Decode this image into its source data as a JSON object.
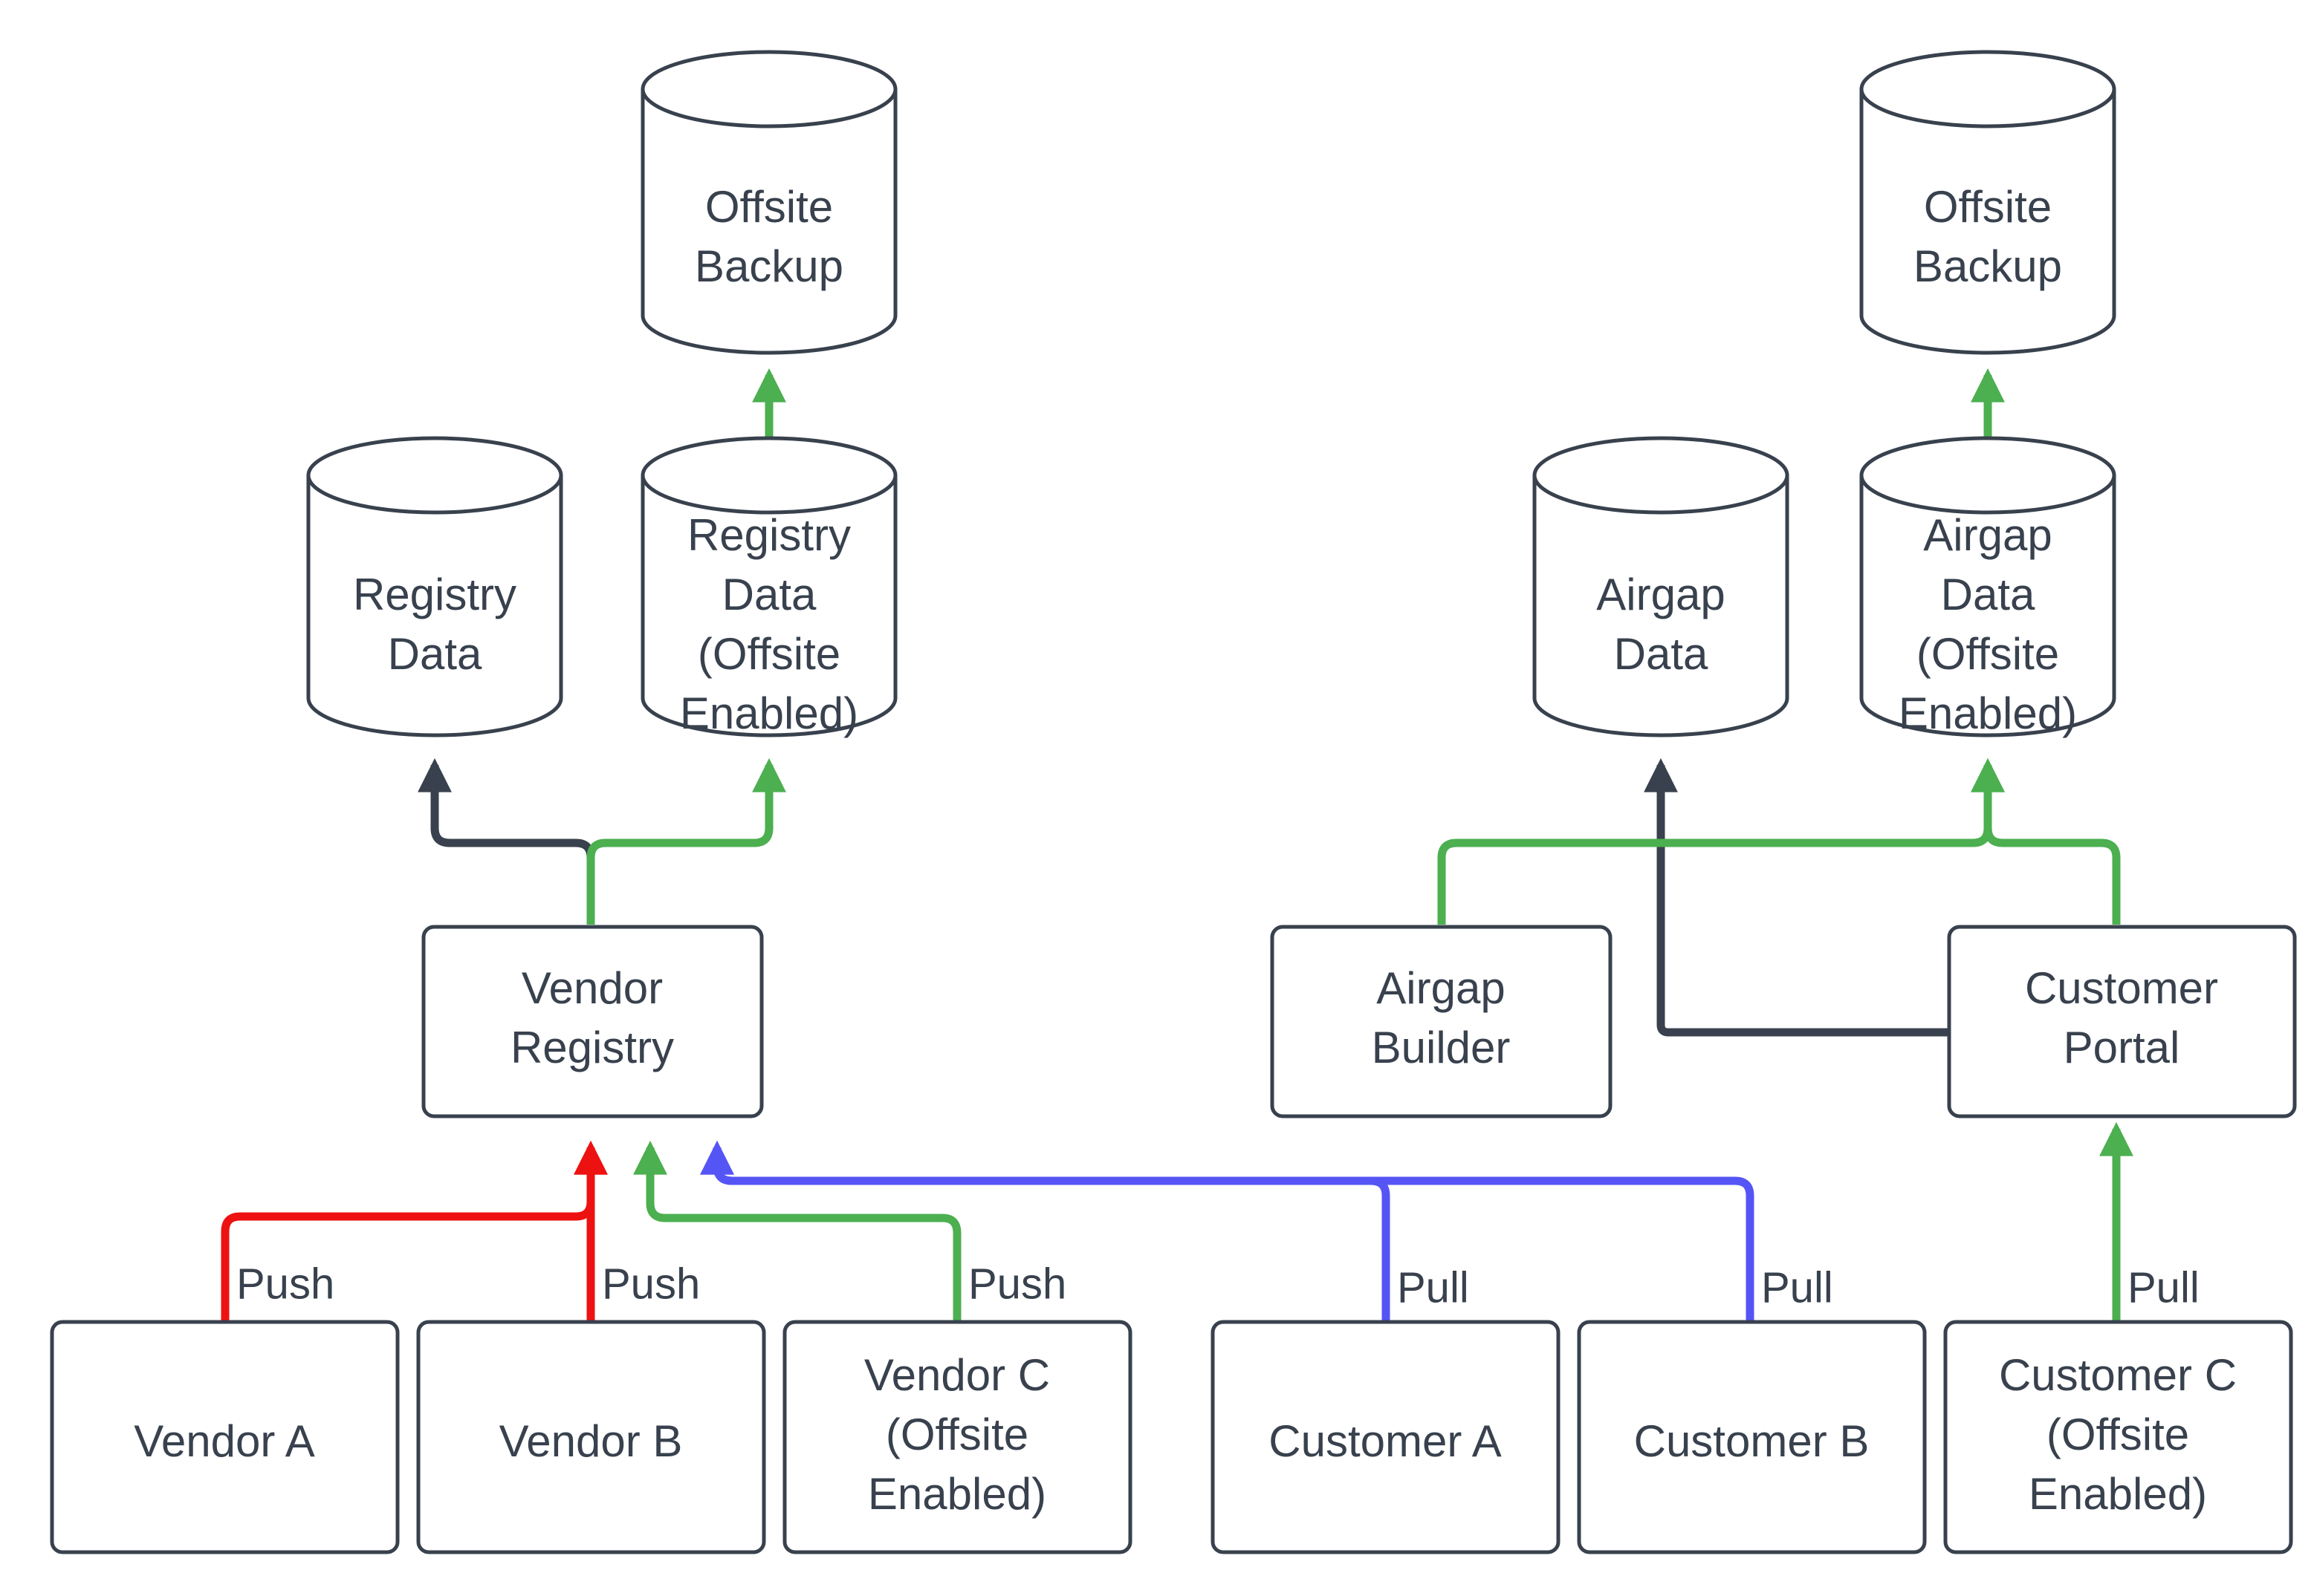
{
  "diagram": {
    "title": "Registry and Airgap Data Flow with Offsite Backup",
    "type": "flowchart",
    "background": "#ffffff",
    "colors": {
      "node_stroke": "#38414d",
      "node_fill": "#ffffff",
      "text": "#38414d",
      "edge_default": "#38414d",
      "edge_offsite": "#4caf50",
      "edge_push": "#ee1111",
      "edge_pull": "#5555f5"
    },
    "nodes": [
      {
        "id": "offsite-backup-left",
        "label": "Offsite\nBackup",
        "line1": "Offsite",
        "line2": "Backup",
        "shape": "cylinder"
      },
      {
        "id": "registry-data",
        "label": "Registry\nData",
        "line1": "Registry",
        "line2": "Data",
        "shape": "cylinder"
      },
      {
        "id": "registry-data-offsite",
        "label": "Registry\nData\n(Offsite\nEnabled)",
        "line1": "Registry",
        "line2": "Data",
        "line3": "(Offsite",
        "line4": "Enabled)",
        "shape": "cylinder"
      },
      {
        "id": "vendor-registry",
        "label": "Vendor\nRegistry",
        "line1": "Vendor",
        "line2": "Registry",
        "shape": "rect"
      },
      {
        "id": "vendor-a",
        "label": "Vendor A",
        "line1": "Vendor A",
        "shape": "rect"
      },
      {
        "id": "vendor-b",
        "label": "Vendor B",
        "line1": "Vendor B",
        "shape": "rect"
      },
      {
        "id": "vendor-c",
        "label": "Vendor C\n(Offsite\nEnabled)",
        "line1": "Vendor C",
        "line2": "(Offsite",
        "line3": "Enabled)",
        "shape": "rect"
      },
      {
        "id": "offsite-backup-right",
        "label": "Offsite\nBackup",
        "line1": "Offsite",
        "line2": "Backup",
        "shape": "cylinder"
      },
      {
        "id": "airgap-data",
        "label": "Airgap\nData",
        "line1": "Airgap",
        "line2": "Data",
        "shape": "cylinder"
      },
      {
        "id": "airgap-data-offsite",
        "label": "Airgap\nData\n(Offsite\nEnabled)",
        "line1": "Airgap",
        "line2": "Data",
        "line3": "(Offsite",
        "line4": "Enabled)",
        "shape": "cylinder"
      },
      {
        "id": "airgap-builder",
        "label": "Airgap\nBuilder",
        "line1": "Airgap",
        "line2": "Builder",
        "shape": "rect"
      },
      {
        "id": "customer-portal",
        "label": "Customer\nPortal",
        "line1": "Customer",
        "line2": "Portal",
        "shape": "rect"
      },
      {
        "id": "customer-a",
        "label": "Customer A",
        "line1": "Customer A",
        "shape": "rect"
      },
      {
        "id": "customer-b",
        "label": "Customer B",
        "line1": "Customer B",
        "shape": "rect"
      },
      {
        "id": "customer-c",
        "label": "Customer C\n(Offsite\nEnabled)",
        "line1": "Customer C",
        "line2": "(Offsite",
        "line3": "Enabled)",
        "shape": "rect"
      }
    ],
    "edge_labels": {
      "push_a": "Push",
      "push_b": "Push",
      "push_c": "Push",
      "pull_a": "Pull",
      "pull_b": "Pull",
      "pull_c": "Pull"
    },
    "edges": [
      {
        "from": "vendor-a",
        "to": "vendor-registry",
        "label": "Push",
        "color": "#ee1111"
      },
      {
        "from": "vendor-b",
        "to": "vendor-registry",
        "label": "Push",
        "color": "#ee1111"
      },
      {
        "from": "vendor-c",
        "to": "vendor-registry",
        "label": "Push",
        "color": "#4caf50"
      },
      {
        "from": "customer-a",
        "to": "vendor-registry",
        "label": "Pull",
        "color": "#5555f5"
      },
      {
        "from": "customer-b",
        "to": "vendor-registry",
        "label": "Pull",
        "color": "#5555f5"
      },
      {
        "from": "customer-c",
        "to": "customer-portal",
        "label": "Pull",
        "color": "#4caf50"
      },
      {
        "from": "vendor-registry",
        "to": "registry-data",
        "label": "",
        "color": "#38414d"
      },
      {
        "from": "vendor-registry",
        "to": "registry-data-offsite",
        "label": "",
        "color": "#4caf50"
      },
      {
        "from": "registry-data-offsite",
        "to": "offsite-backup-left",
        "label": "",
        "color": "#4caf50"
      },
      {
        "from": "customer-portal",
        "to": "airgap-data",
        "label": "",
        "color": "#38414d"
      },
      {
        "from": "airgap-builder",
        "to": "airgap-data-offsite",
        "label": "",
        "color": "#4caf50"
      },
      {
        "from": "customer-portal",
        "to": "airgap-data-offsite",
        "label": "",
        "color": "#4caf50"
      },
      {
        "from": "airgap-data-offsite",
        "to": "offsite-backup-right",
        "label": "",
        "color": "#4caf50"
      }
    ]
  }
}
